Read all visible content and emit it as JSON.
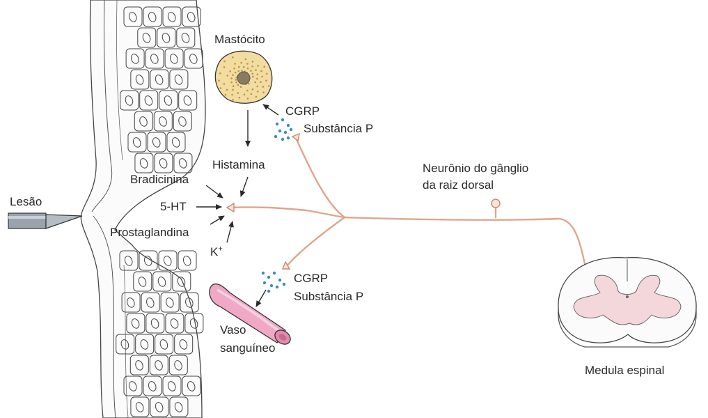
{
  "labels": {
    "mast_cell": "Mastócito",
    "cgrp_top": "CGRP",
    "substance_p_top": "Substância P",
    "histamine": "Histamina",
    "bradykinin": "Bradicinina",
    "serotonin": "5-HT",
    "prostaglandin": "Prostaglandina",
    "potassium": "K",
    "potassium_charge": "+",
    "lesion": "Lesão",
    "neuron": "Neurônio do gânglio",
    "neuron_line2": "da raiz dorsal",
    "cgrp_bottom": "CGRP",
    "substance_p_bottom": "Substância P",
    "vessel": "Vaso",
    "vessel_line2": "sanguíneo",
    "spinal_cord": "Medula espinal"
  },
  "colors": {
    "nerve": "#e0a58c",
    "mast_cell": "#f2dca0",
    "vessel": "#f0a8c4",
    "spinal_gray": "#f3d7da",
    "dots": "#3a8bbf",
    "tissue": "#444444"
  }
}
